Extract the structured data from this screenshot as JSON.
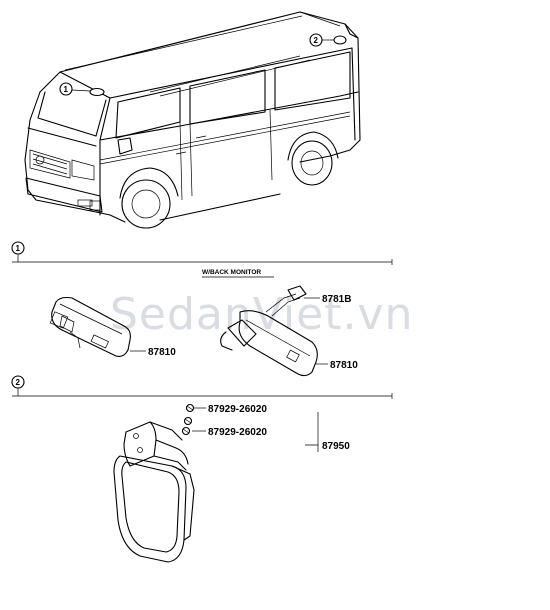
{
  "watermark": "SedanViet.vn",
  "callouts": {
    "front_location": "1",
    "rear_location": "2"
  },
  "section1": {
    "marker": "1",
    "variant_label": "W/BACK MONITOR",
    "left_mirror_part": "87810",
    "right_mirror_part": "87810",
    "wiring_part": "8781B"
  },
  "section2": {
    "marker": "2",
    "screw_upper_part": "87929-26020",
    "screw_lower_part": "87929-26020",
    "mirror_assembly_part": "87950"
  }
}
